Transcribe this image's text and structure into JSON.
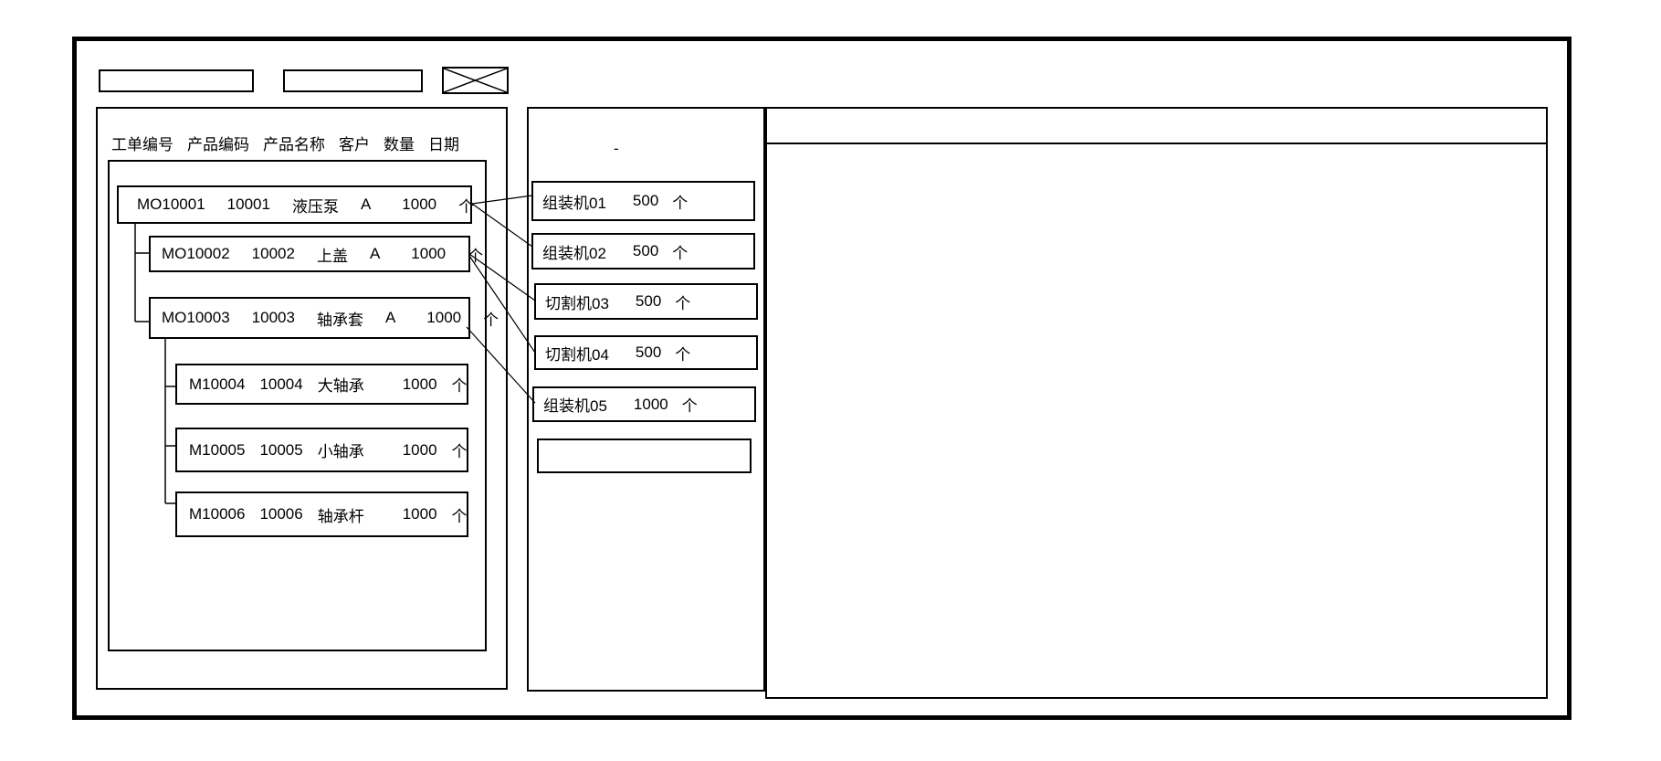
{
  "colors": {
    "stroke": "#000000",
    "background": "#ffffff"
  },
  "toolbar": {
    "field1_value": "",
    "field2_value": "",
    "close_icon": "x-box-icon"
  },
  "work_order_panel": {
    "columns": [
      "工单编号",
      "产品编码",
      "产品名称",
      "客户",
      "数量",
      "日期"
    ],
    "orders": [
      {
        "order_no": "MO10001",
        "product_code": "10001",
        "product_name": "液压泵",
        "customer": "A",
        "qty": "1000",
        "unit": "个",
        "level": 0
      },
      {
        "order_no": "MO10002",
        "product_code": "10002",
        "product_name": "上盖",
        "customer": "A",
        "qty": "1000",
        "unit": "个",
        "level": 1
      },
      {
        "order_no": "MO10003",
        "product_code": "10003",
        "product_name": "轴承套",
        "customer": "A",
        "qty": "1000",
        "unit": "个",
        "level": 1
      },
      {
        "order_no": "M10004",
        "product_code": "10004",
        "product_name": "大轴承",
        "customer": "",
        "qty": "1000",
        "unit": "个",
        "level": 2
      },
      {
        "order_no": "M10005",
        "product_code": "10005",
        "product_name": "小轴承",
        "customer": "",
        "qty": "1000",
        "unit": "个",
        "level": 2
      },
      {
        "order_no": "M10006",
        "product_code": "10006",
        "product_name": "轴承杆",
        "customer": "",
        "qty": "1000",
        "unit": "个",
        "level": 2
      }
    ]
  },
  "machine_panel": {
    "dot_mark": "-",
    "machines": [
      {
        "name": "组装机01",
        "qty": "500",
        "unit": "个"
      },
      {
        "name": "组装机02",
        "qty": "500",
        "unit": "个"
      },
      {
        "name": "切割机03",
        "qty": "500",
        "unit": "个"
      },
      {
        "name": "切割机04",
        "qty": "500",
        "unit": "个"
      },
      {
        "name": "组装机05",
        "qty": "1000",
        "unit": "个"
      },
      {
        "name": "",
        "qty": "",
        "unit": ""
      }
    ]
  },
  "links": [
    {
      "from": "MO10001",
      "to": "组装机01"
    },
    {
      "from": "MO10001",
      "to": "组装机02"
    },
    {
      "from": "MO10002",
      "to": "切割机03"
    },
    {
      "from": "MO10002",
      "to": "切割机04"
    },
    {
      "from": "MO10003",
      "to": "组装机05"
    }
  ],
  "detail_panel": {
    "content": ""
  }
}
